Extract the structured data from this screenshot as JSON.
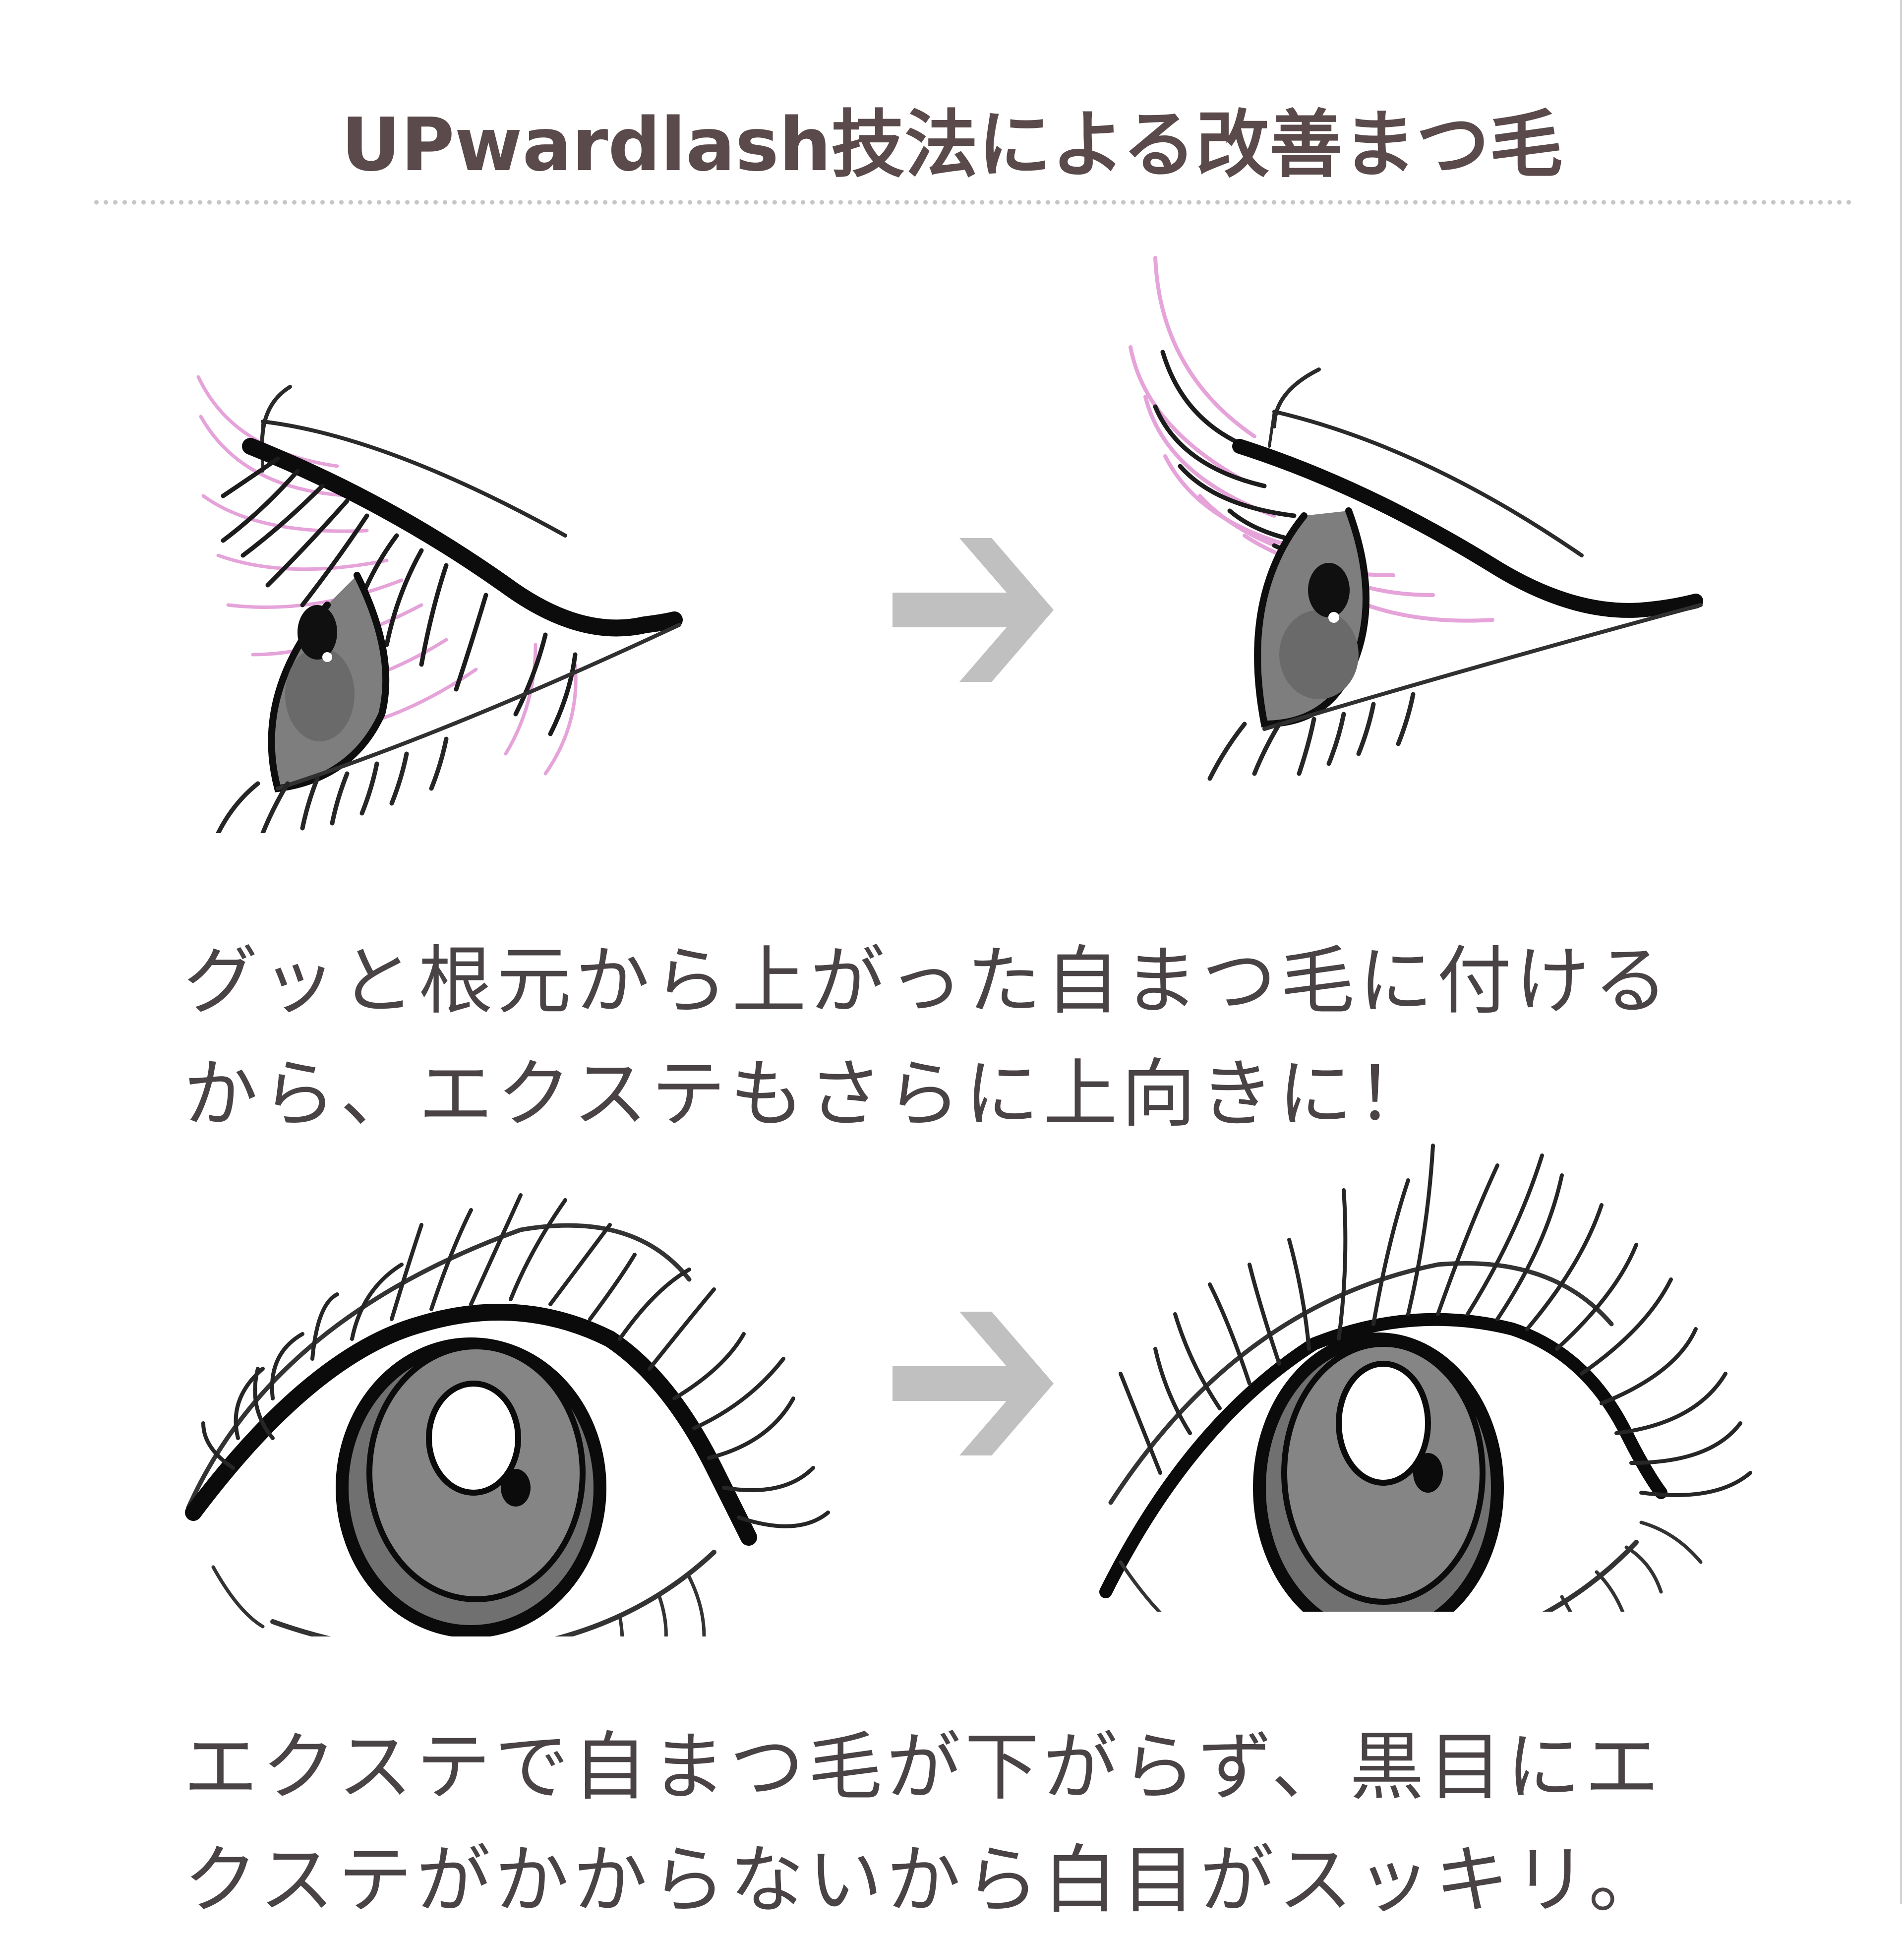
{
  "title": "UPwardlash技法による改善まつ毛",
  "sections": [
    {
      "id": "side-view",
      "before_label": "side-eye-before",
      "after_label": "side-eye-after",
      "arrow_icon": "arrow-right-icon",
      "caption": "グッと根元から上がった自まつ毛に付けるから、エクステもさらに上向きに！"
    },
    {
      "id": "front-view",
      "before_label": "front-eye-before",
      "after_label": "front-eye-after",
      "arrow_icon": "arrow-right-icon",
      "caption": "エクステで自まつ毛が下がらず、黒目にエクステがかからないから白目がスッキリ。"
    }
  ],
  "colors": {
    "title_text": "#5b4a4b",
    "body_text": "#4a4345",
    "arrow": "#c0c0c0",
    "extension_lash_pink": "#e39ad6",
    "iris_gray": "#808080",
    "divider_dots": "#c6c6c6"
  }
}
